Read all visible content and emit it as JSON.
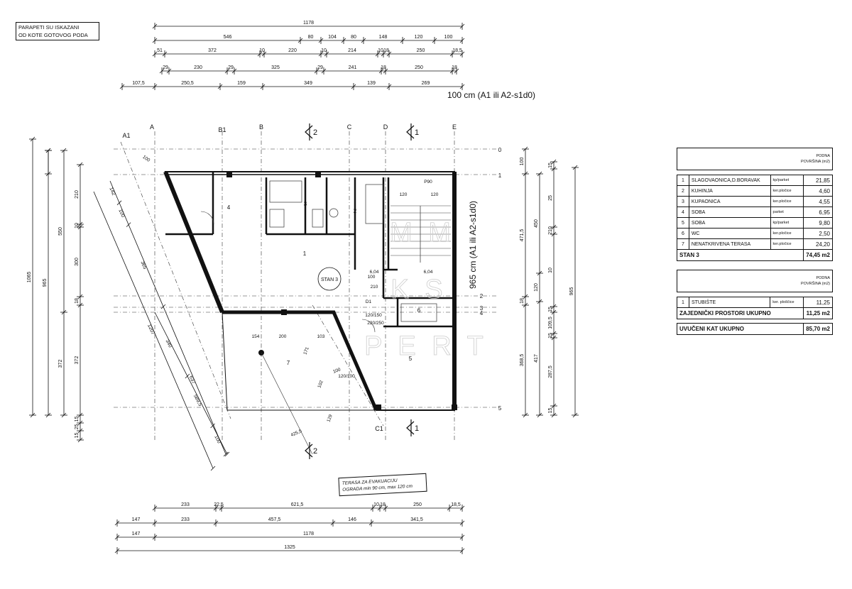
{
  "note": {
    "line1": "PARAPETI SU ISKAZANI",
    "line2": "OD KOTE GOTOVOG PODA"
  },
  "fire_label": "100 cm (A1 ili A2-s1d0)",
  "fire_label_vertical": "965 cm (A1 ili A2-s1d0)",
  "evacuation": {
    "line1": "TERASA ZA EVAKUACIJU",
    "line2": "OGRADA min 90 cm, max 120 cm"
  },
  "grid_labels": [
    "A1",
    "A",
    "B1",
    "B",
    "C",
    "D",
    "E",
    "C1"
  ],
  "row_labels": [
    "0",
    "1",
    "2",
    "3",
    "4",
    "5"
  ],
  "section_marks": [
    "2",
    "1"
  ],
  "room_numbers": [
    "1",
    "2",
    "3",
    "4",
    "5",
    "6",
    "7"
  ],
  "stan_label": "STAN 3",
  "top_dims": {
    "row1": [
      "1178"
    ],
    "row2": [
      "546",
      "80",
      "104",
      "80",
      "148",
      "120",
      "100"
    ],
    "row3": [
      "51",
      "372",
      "10",
      "220",
      "10",
      "214",
      "10",
      "18",
      "250",
      "18,5"
    ],
    "row4": [
      "29",
      "230",
      "29",
      "325",
      "29",
      "241",
      "18",
      "250",
      "18"
    ],
    "row5": [
      "107,5",
      "250,5",
      "159",
      "349",
      "139",
      "269"
    ]
  },
  "bottom_dims": {
    "row1": [
      "233",
      "22,5",
      "621,5",
      "10",
      "18",
      "250",
      "18,5"
    ],
    "row2": [
      "147",
      "233",
      "457,5",
      "146",
      "341,5"
    ],
    "row3": [
      "147",
      "1178"
    ],
    "row4": [
      "1325"
    ]
  },
  "left_dims": {
    "outer": [
      "1065"
    ],
    "second": [
      "965",
      "100"
    ],
    "third": [
      "550",
      "372"
    ],
    "fourth": [
      "210",
      "10",
      "300",
      "18",
      "372",
      "15",
      "25",
      "15"
    ]
  },
  "right_dims": {
    "outer": [
      "965"
    ],
    "second": [
      "100",
      "471,5",
      "18",
      "368,5"
    ],
    "third": [
      "450",
      "120",
      "417"
    ],
    "fourth": [
      "15",
      "25",
      "210",
      "10",
      "15",
      "109,5",
      "15",
      "287,5",
      "15",
      "25"
    ]
  },
  "diag_dims": [
    "142",
    "100",
    "365",
    "637",
    "1207",
    "340",
    "589,5",
    "100",
    "129"
  ],
  "inner_dims": [
    "154",
    "200",
    "103",
    "425,5",
    "100",
    "120/100",
    "210",
    "100",
    "171",
    "102",
    "129",
    "100",
    "6,04",
    "P90",
    "120",
    "120",
    "6,04",
    "D1",
    "120/150",
    "220/250"
  ],
  "table": {
    "header": {
      "line1": "PODNA",
      "line2": "POVRŠINA (m2)"
    },
    "rows": [
      {
        "n": "1",
        "name": "SLAGOVAONICA,D.BORAVAK",
        "floor": "kp/parket",
        "area": "21,85"
      },
      {
        "n": "2",
        "name": "KUHINJA",
        "floor": "ker.pločice",
        "area": "4,60"
      },
      {
        "n": "3",
        "name": "KUPAONICA",
        "floor": "ker.pločice",
        "area": "4,55"
      },
      {
        "n": "4",
        "name": "SOBA",
        "floor": "parket",
        "area": "6,95"
      },
      {
        "n": "5",
        "name": "SOBA",
        "floor": "kp/parket",
        "area": "9,80"
      },
      {
        "n": "6",
        "name": "WC",
        "floor": "ker.pločice",
        "area": "2,50"
      },
      {
        "n": "7",
        "name": "NENATKRIVENA TERASA",
        "floor": "ker.pločice",
        "area": "24,20"
      }
    ],
    "total_label": "STAN 3",
    "total_area": "74,45 m2",
    "header2": {
      "line1": "PODNA",
      "line2": "POVRŠINA (m2)"
    },
    "common_rows": [
      {
        "n": "1",
        "name": "STUBIŠTE",
        "floor": "ker. ploščice",
        "area": "11,25"
      }
    ],
    "common_label": "ZAJEDNIČKI PROSTORI UKUPNO",
    "common_area": "11,25 m2",
    "grand_label": "UVUČENI KAT UKUPNO",
    "grand_area": "85,70 m2"
  },
  "watermark": {
    "line1": "M  M",
    "line2": "K S",
    "line3": "P E R T"
  }
}
